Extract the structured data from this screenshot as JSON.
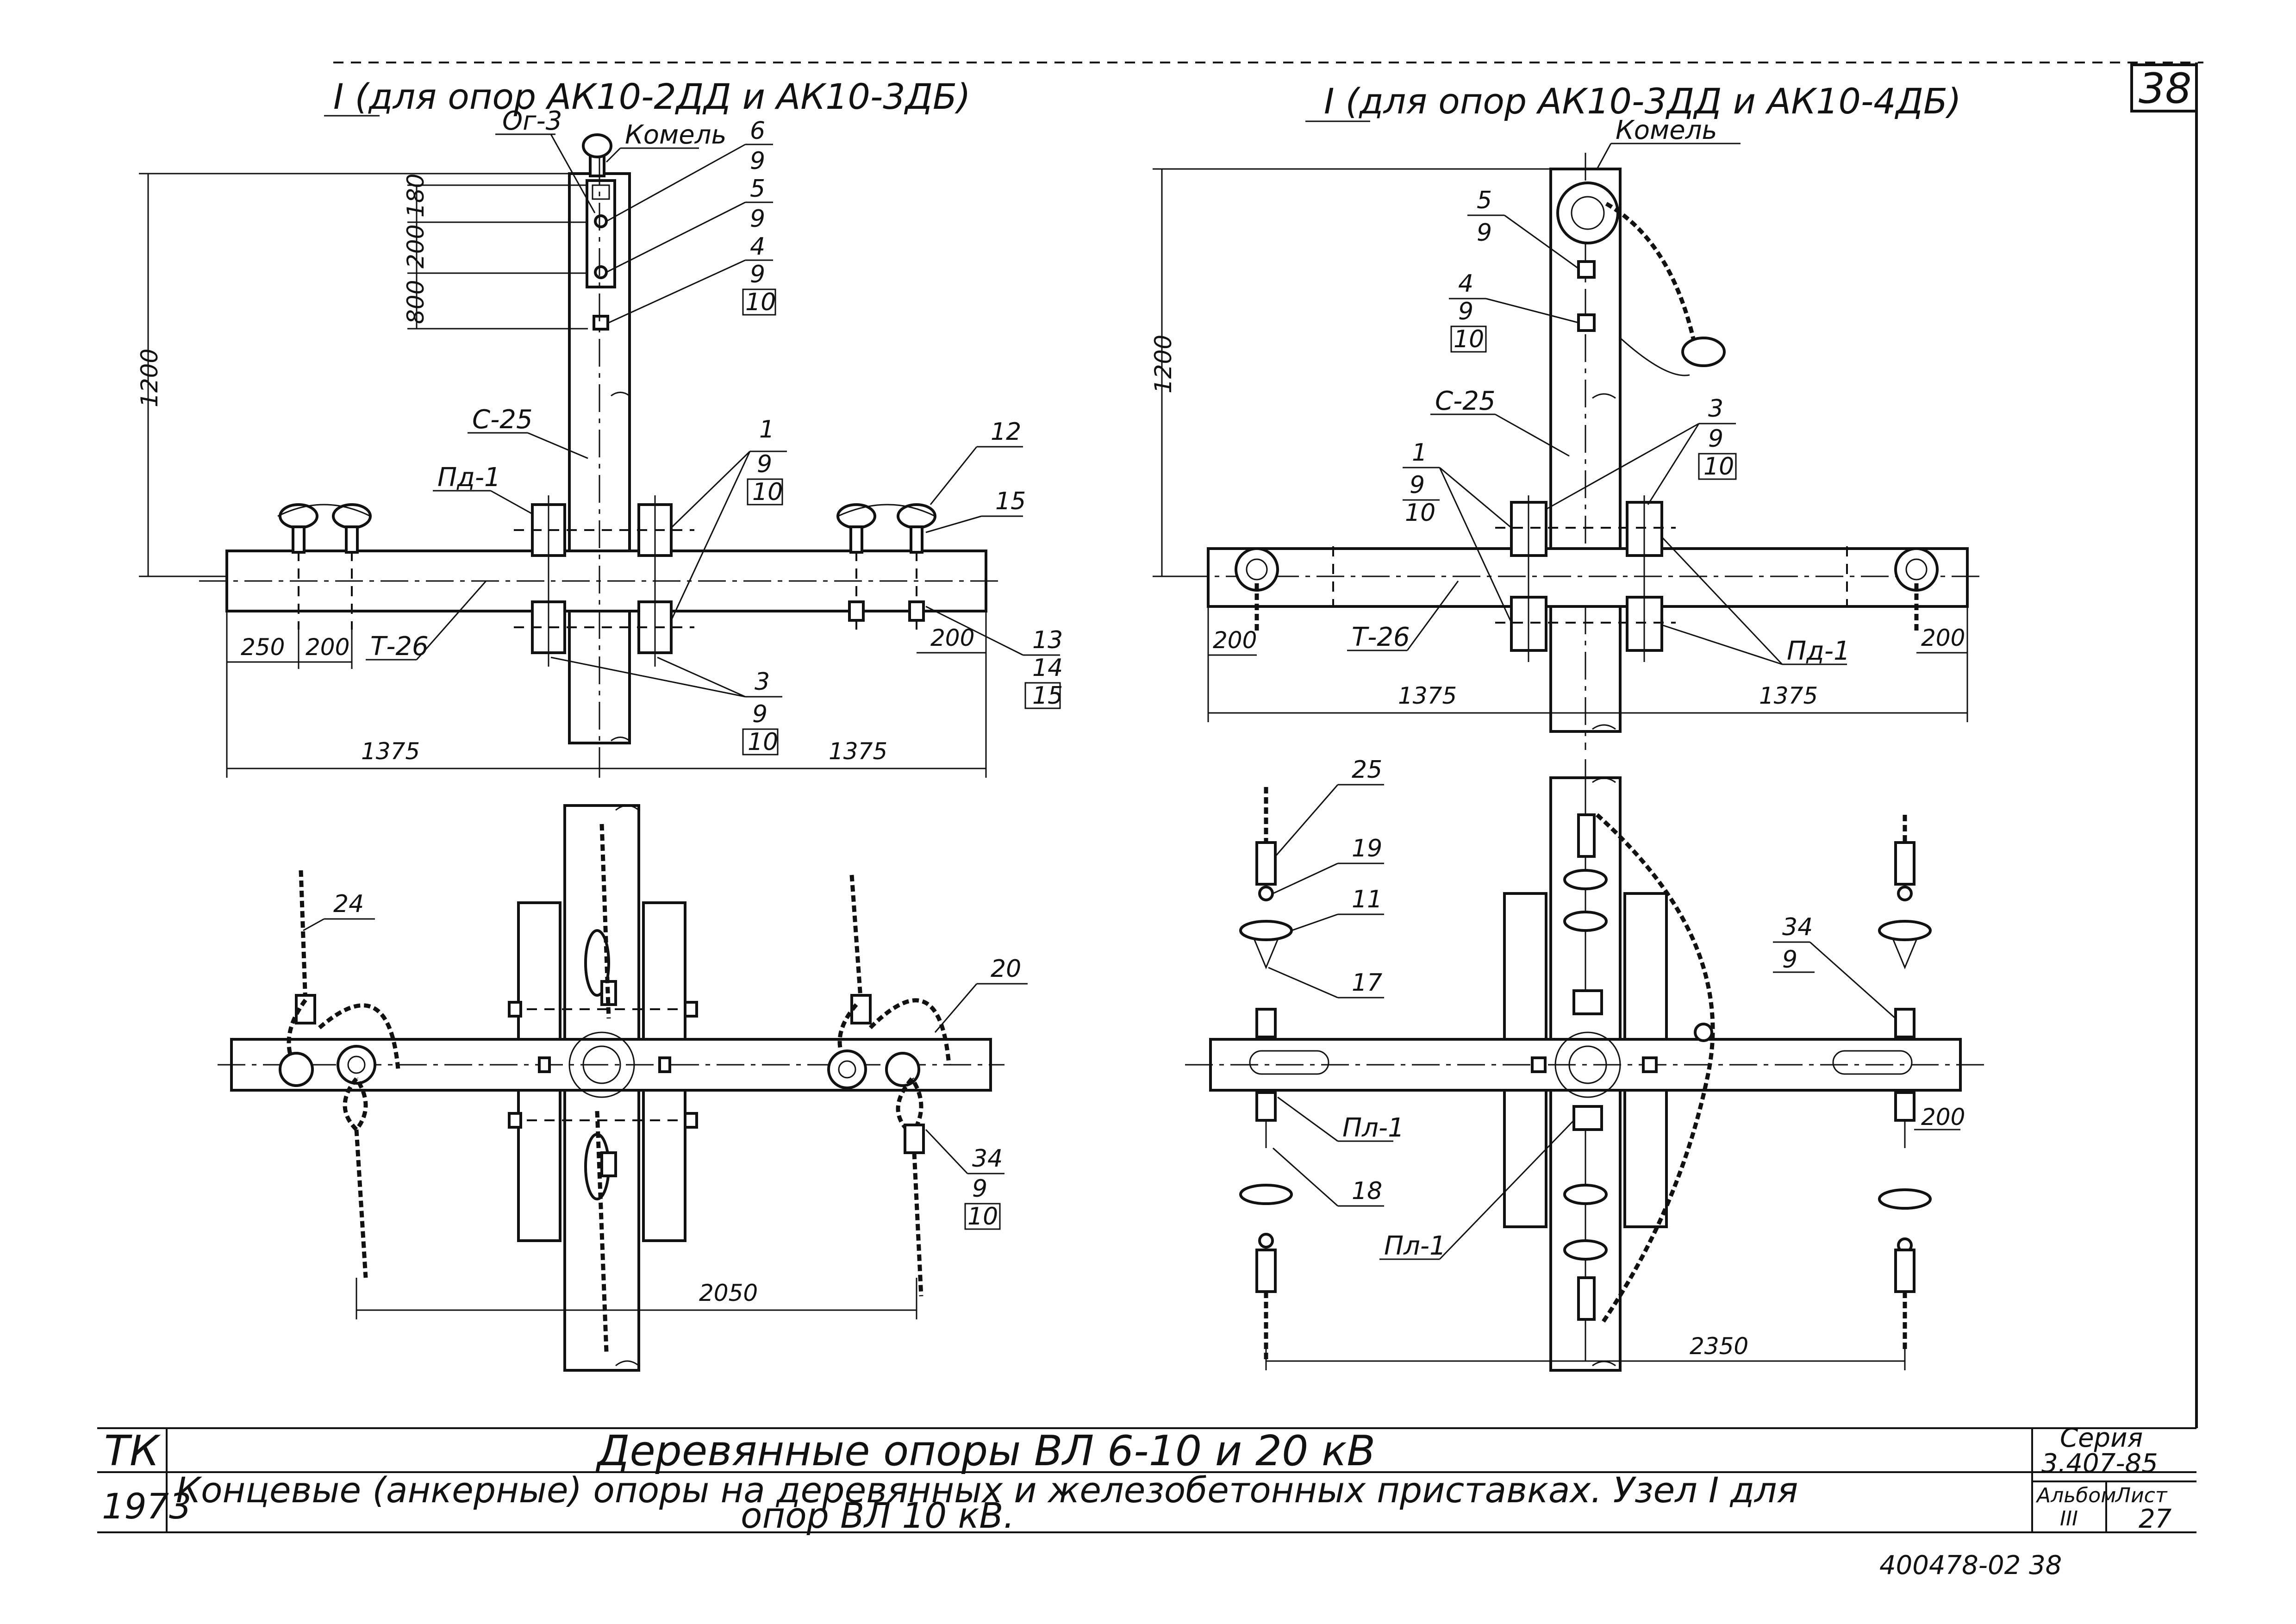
{
  "sheet": {
    "page_number": "38",
    "left_view_title": "I (для опор АК10-2ДД и АК10-3ДБ)",
    "right_view_title": "I (для опор АК10-3ДД и АК10-4ДБ)"
  },
  "left_top": {
    "komel": "Комель",
    "og3": "Ог-3",
    "c25": "С-25",
    "pd1": "Пд-1",
    "t26": "Т-26",
    "callout_6": [
      "6",
      "9"
    ],
    "callout_5": [
      "5",
      "9"
    ],
    "callout_4": [
      "4",
      "9",
      "10"
    ],
    "callout_1": [
      "1",
      "9",
      "10"
    ],
    "callout_3": [
      "3",
      "9",
      "10"
    ],
    "callout_12": "12",
    "callout_15": "15",
    "callout_13": [
      "13",
      "14",
      "15"
    ],
    "dims": {
      "d180": "180",
      "d200v": "200",
      "d800": "800",
      "d1200": "1200",
      "d250": "250",
      "d200a": "200",
      "d200b": "200",
      "d1375a": "1375",
      "d1375b": "1375"
    }
  },
  "left_bottom": {
    "callout_24": "24",
    "callout_20": "20",
    "callout_34": [
      "34",
      "9",
      "10"
    ],
    "d2050": "2050"
  },
  "right_top": {
    "komel": "Комель",
    "c25": "С-25",
    "pd1": "Пд-1",
    "t26": "Т-26",
    "callout_5": [
      "5",
      "9"
    ],
    "callout_4": [
      "4",
      "9",
      "10"
    ],
    "callout_3": [
      "3",
      "9",
      "10"
    ],
    "callout_1": [
      "1",
      "9",
      "10"
    ],
    "dims": {
      "d1200": "1200",
      "d200a": "200",
      "d200b": "200",
      "d1375a": "1375",
      "d1375b": "1375"
    }
  },
  "right_bottom": {
    "c25": "25",
    "c19": "19",
    "c11": "11",
    "c17": "17",
    "c18": "18",
    "pl1a": "Пл-1",
    "pl1b": "Пл-1",
    "callout_34": [
      "34",
      "9"
    ],
    "d200": "200",
    "d2350": "2350"
  },
  "title_block": {
    "org": "ТК",
    "year": "1973",
    "title": "Деревянные опоры ВЛ 6-10 и 20 кВ",
    "subtitle_line1": "Концевые (анкерные) опоры на деревянных и железобетонных приставках. Узел I для",
    "subtitle_line2": "опор ВЛ 10 кВ.",
    "series_label": "Серия",
    "series_value": "3.407-85",
    "album_label": "Альбом",
    "album_value": "III",
    "sheet_label": "Лист",
    "sheet_value": "27",
    "drawing_number": "400478-02 38"
  }
}
